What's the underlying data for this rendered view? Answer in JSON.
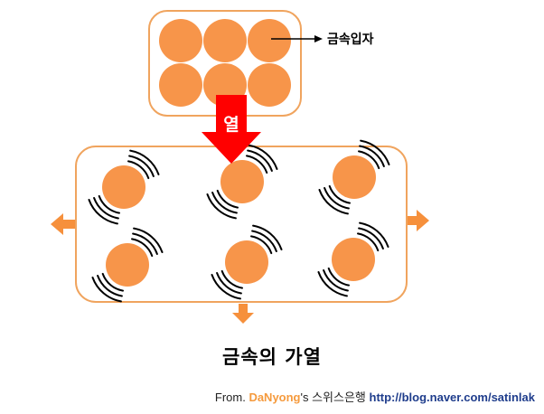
{
  "labels": {
    "metal_particle": "금속입자",
    "heat": "열",
    "caption": "금속의 가열"
  },
  "credit": {
    "prefix": "From. ",
    "author": "DaNyong",
    "suffix": "'s 스위스은행 ",
    "url": "http://blog.naver.com/satinlak"
  },
  "colors": {
    "particle_fill": "#f7954a",
    "box_stroke": "#f0a45e",
    "heat_arrow": "#ff0000",
    "expansion_arrow": "#f6903c",
    "vibration_lines": "#000000",
    "credit_author": "#f59a3d",
    "credit_url": "#1f3d8c"
  },
  "icons": {
    "heat_arrow": "down-arrow",
    "expansion_arrows": "outward-arrows",
    "vibration": "motion-arcs"
  }
}
